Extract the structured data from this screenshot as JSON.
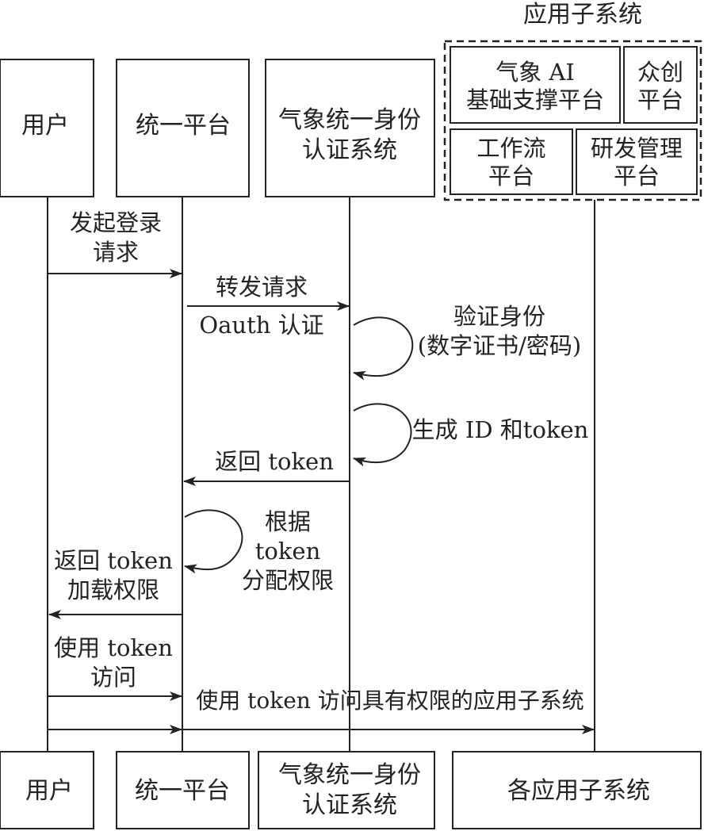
{
  "participants": {
    "user": "用户",
    "platform": "统一平台",
    "auth": [
      "气象统一身份",
      "认证系统"
    ],
    "subsystems": "各应用子系统"
  },
  "app_group": {
    "title": "应用子系统",
    "items": [
      [
        "气象 AI",
        "基础支撑平台"
      ],
      [
        "众创",
        "平台"
      ],
      [
        "工作流",
        "平台"
      ],
      [
        "研发管理",
        "平台"
      ]
    ]
  },
  "messages": {
    "login_request": [
      "发起登录",
      "请求"
    ],
    "forward_request": "转发请求",
    "oauth": "Oauth 认证",
    "verify_identity": [
      "验证身份",
      "(数字证书/密码)"
    ],
    "generate": "生成 ID 和token",
    "return_token": "返回 token",
    "assign_permission": [
      "根据",
      "token",
      "分配权限"
    ],
    "return_token_load": [
      "返回 token",
      "加载权限"
    ],
    "use_token_access": [
      "使用 token",
      "访问"
    ],
    "access_subsystems": "使用 token 访问具有权限的应用子系统"
  },
  "colors": {
    "ink": "#222222",
    "background": "#ffffff"
  }
}
